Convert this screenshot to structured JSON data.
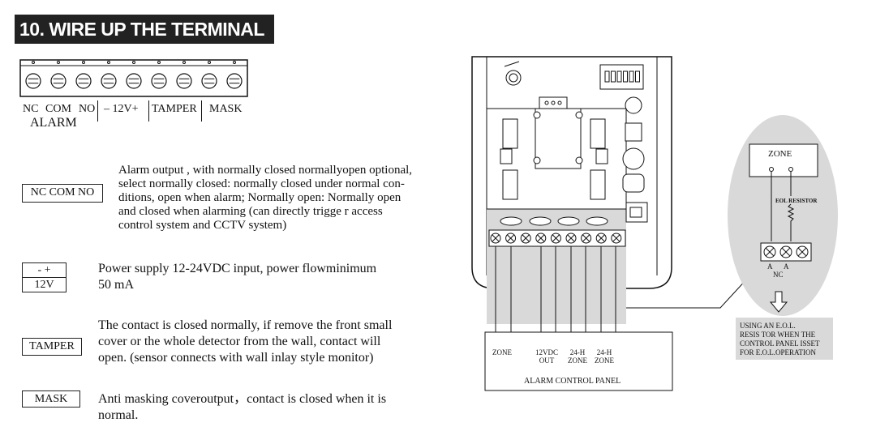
{
  "title": "10. WIRE UP THE TERMINAL",
  "terminal_labels": {
    "nc": "NC",
    "com": "COM",
    "no": "NO",
    "power": "– 12V+",
    "tamper": "TAMPER",
    "mask": "MASK",
    "alarm": "ALARM"
  },
  "items": [
    {
      "label": "NC COM NO",
      "text": [
        "Alarm output , with normally closed normallyopen optional,",
        "select normally closed: normally closed under normal con-",
        "ditions, open when alarm; Normally open: Normally open",
        "and closed when alarming (can directly trigge r access",
        "control system and CCTV system)"
      ]
    },
    {
      "label_top": "- +",
      "label_bottom": "12V",
      "text": [
        "Power supply 12-24VDC input, power  flowminimum",
        "50 mA"
      ]
    },
    {
      "label": "TAMPER",
      "text": [
        "The contact is closed normally, if remove the front small",
        "cover or the whole detector from the wall, contact will",
        "open. (sensor connects with wall inlay style monitor)"
      ]
    },
    {
      "label": "MASK",
      "text": [
        "Anti masking coveroutput，contact is closed when it is",
        "normal."
      ]
    }
  ],
  "diagram": {
    "panel_labels": {
      "zone": "ZONE",
      "v12_top": "12VDC",
      "v12_bottom": "OUT",
      "h24a_top": "24-H",
      "h24a_bottom": "ZONE",
      "h24b_top": "24-H",
      "h24b_bottom": "ZONE",
      "panel_title": "ALARM CONTROL PANEL"
    },
    "eol": {
      "zone": "ZONE",
      "resistor": "EOL RESISTOR",
      "a1": "A",
      "a2": "A",
      "nc": "NC",
      "note": [
        "USING AN E.O.L.",
        "RESIS TOR WHEN THE",
        "CONTROL PANEL ISSET",
        "FOR E.O.L.OPERATION"
      ]
    }
  }
}
